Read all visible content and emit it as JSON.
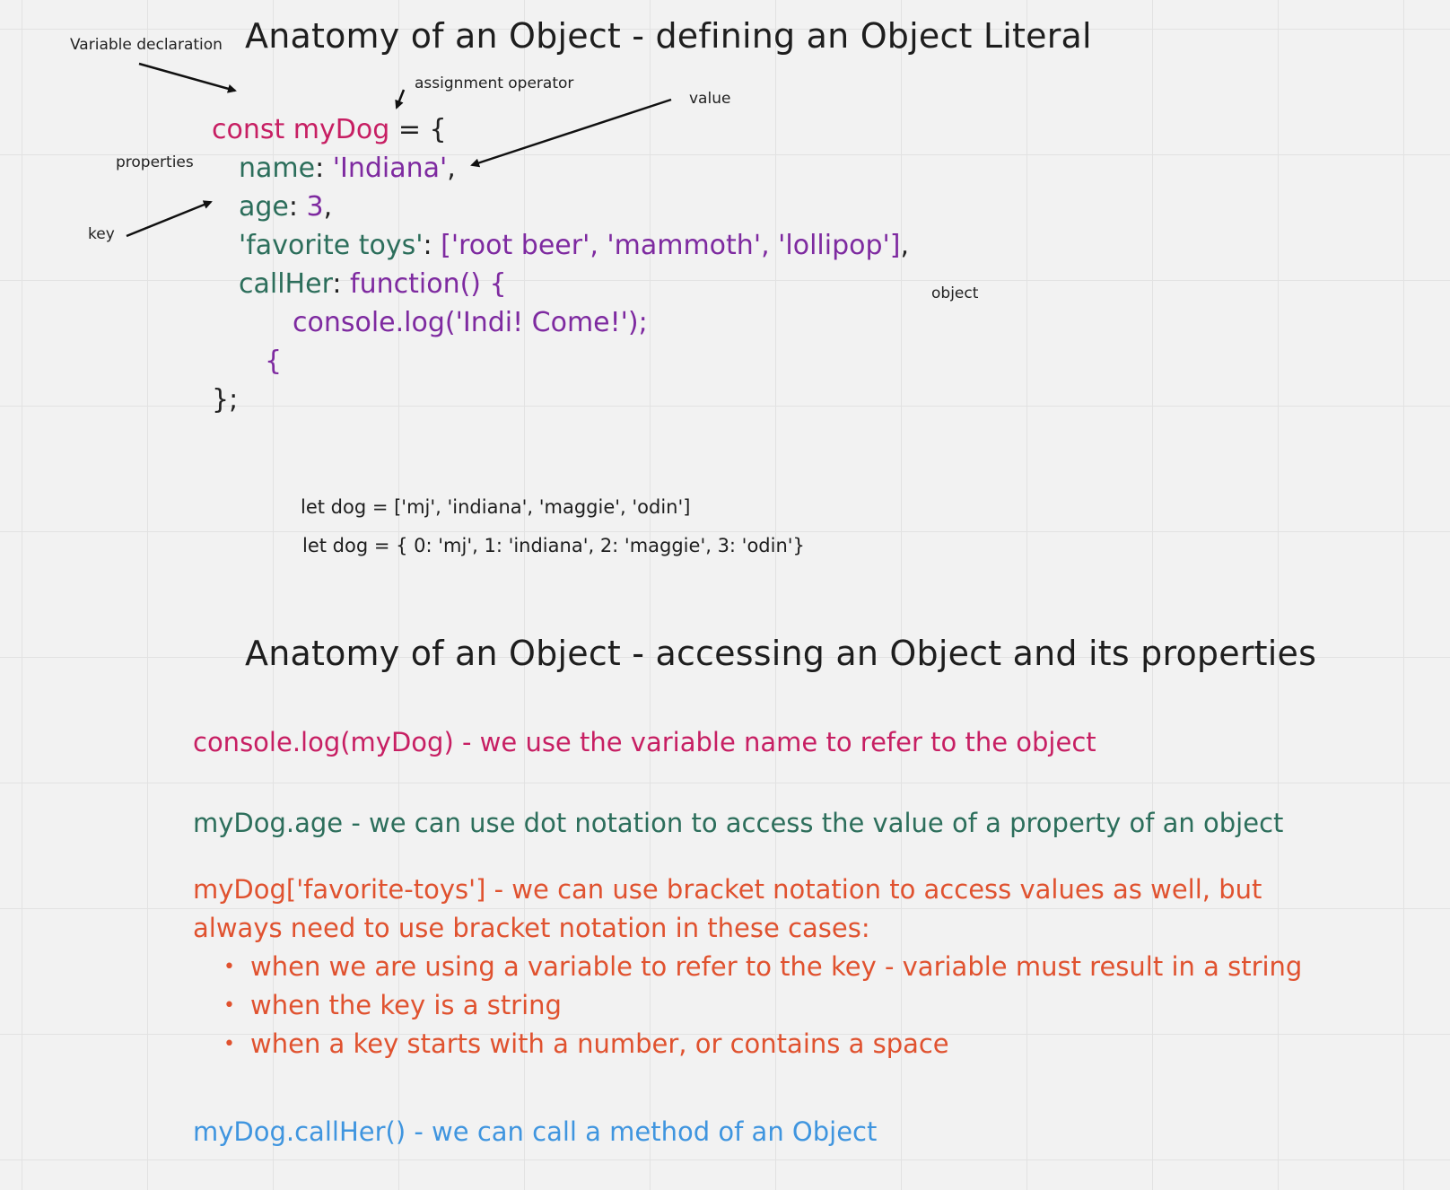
{
  "titles": {
    "defining": "Anatomy of an Object - defining an Object Literal",
    "accessing": "Anatomy of an Object - accessing an Object and its properties"
  },
  "annotations": {
    "variable_declaration": "Variable declaration",
    "assignment_operator": "assignment operator",
    "value": "value",
    "properties": "properties",
    "key": "key",
    "object": "object"
  },
  "code": {
    "line1": {
      "keyword": "const myDog",
      "rest": " = {"
    },
    "line2": {
      "key": "name",
      "colon": ": ",
      "value": "'Indiana'",
      "comma": ","
    },
    "line3": {
      "key": "age",
      "colon": ": ",
      "value": "3",
      "comma": ","
    },
    "line4": {
      "key": "'favorite toys'",
      "colon": ": ",
      "value": "['root beer', 'mammoth', 'lollipop']",
      "comma": ","
    },
    "line5": {
      "key": "callHer",
      "colon": ": ",
      "value": "function() {"
    },
    "line6": {
      "value": "console.log('Indi! Come!');"
    },
    "line7": {
      "value": "{"
    },
    "line8": {
      "text": "};"
    }
  },
  "examples": {
    "array": "let dog = ['mj', 'indiana', 'maggie', 'odin']",
    "object": "let dog = { 0: 'mj', 1: 'indiana', 2: 'maggie', 3: 'odin'}"
  },
  "notes": {
    "console": "console.log(myDog) - we use the variable name to refer to the object",
    "dot": "myDog.age - we can use dot notation to access the value of a property of an object",
    "bracket_line1": "myDog['favorite-toys'] - we can use bracket notation to access values as well, but",
    "bracket_line2": "always need to use bracket notation in these cases:",
    "bracket_cases": [
      "when we are using a variable to refer to the key - variable must result in a string",
      "when the key is a string",
      "when a key starts with a number, or contains a space"
    ],
    "bullet": "•",
    "method": "myDog.callHer() - we can call a method of an Object"
  },
  "colors": {
    "keyword": "#c71f63",
    "key": "#2c6e5b",
    "value": "#7e2aa0",
    "orange": "#e0522f",
    "blue": "#3f95df",
    "background": "#f2f2f2"
  }
}
